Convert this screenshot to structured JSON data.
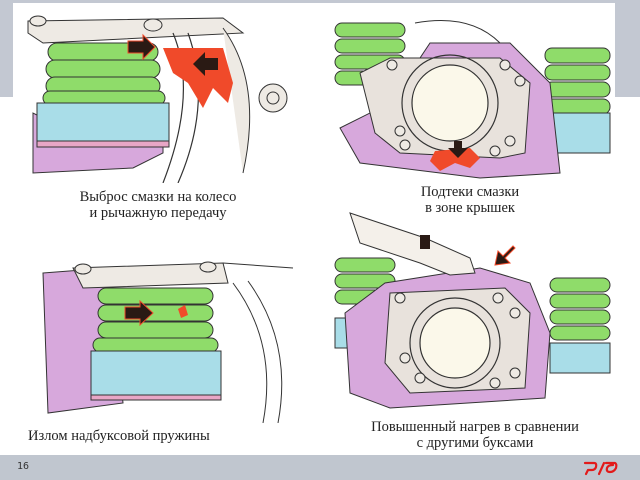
{
  "slide": {
    "page_number": "16",
    "logo_text": "РЖД",
    "logo_color": "#e21a1a",
    "background_band_color": "#c3c8d2",
    "footer_color": "#c0c6cf"
  },
  "panels": [
    {
      "id": "grease-ejection",
      "caption_line1": "Выброс смазки на колесо",
      "caption_line2": "и рычажную передачу",
      "illustration": "spring-with-grease-leak-on-wheel"
    },
    {
      "id": "cover-leaks",
      "caption_line1": "Подтеки смазки",
      "caption_line2": "в зоне крышек",
      "illustration": "axlebox-cover-with-leak"
    },
    {
      "id": "spring-fracture",
      "caption_line1": "Излом надбуксовой пружины",
      "caption_line2": "",
      "illustration": "broken-axlebox-spring"
    },
    {
      "id": "overheating",
      "caption_line1": "Повышенный нагрев в сравнении",
      "caption_line2": "с другими буксами",
      "illustration": "hand-checking-axlebox-temperature"
    }
  ],
  "colors": {
    "spring_green": "#8fdc6a",
    "rubber_blue": "#a9dde8",
    "frame_purple": "#d7a8dc",
    "grease_red": "#f04a2a",
    "metal_light": "#eeeae4",
    "arrow_dark": "#2a1a14"
  }
}
